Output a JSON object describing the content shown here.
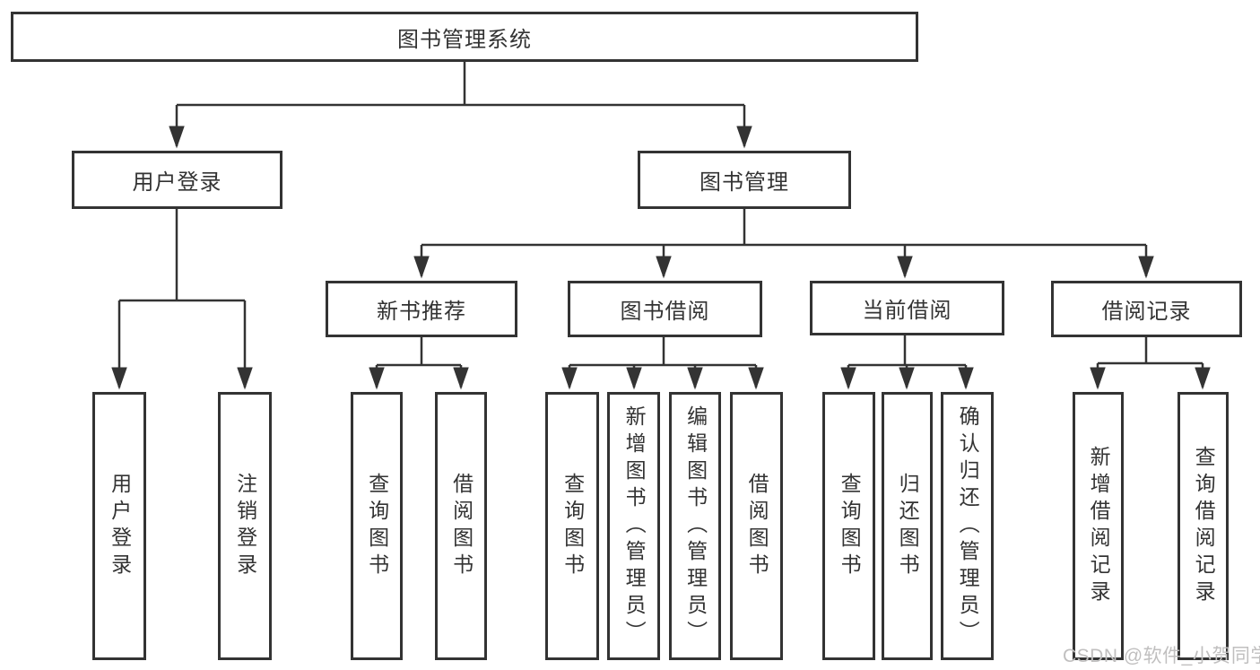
{
  "tree": {
    "label": "图书管理系统",
    "children": [
      {
        "label": "用户登录",
        "children": [
          {
            "label": "用户登录"
          },
          {
            "label": "注销登录"
          }
        ]
      },
      {
        "label": "图书管理",
        "children": [
          {
            "label": "新书推荐",
            "children": [
              {
                "label": "查询图书"
              },
              {
                "label": "借阅图书"
              }
            ]
          },
          {
            "label": "图书借阅",
            "children": [
              {
                "label": "查询图书"
              },
              {
                "label": "新增图书（管理员）"
              },
              {
                "label": "编辑图书（管理员）"
              },
              {
                "label": "借阅图书"
              }
            ]
          },
          {
            "label": "当前借阅",
            "children": [
              {
                "label": "查询图书"
              },
              {
                "label": "归还图书"
              },
              {
                "label": "确认归还（管理员）"
              }
            ]
          },
          {
            "label": "借阅记录",
            "children": [
              {
                "label": "新增借阅记录"
              },
              {
                "label": "查询借阅记录"
              }
            ]
          }
        ]
      }
    ]
  },
  "watermark": {
    "text": "CSDN @软件_小贺同学"
  },
  "colors": {
    "line": "#333333",
    "box_border": "#333333",
    "text": "#333333",
    "background": "#ffffff",
    "watermark": "#c0bfbf"
  }
}
